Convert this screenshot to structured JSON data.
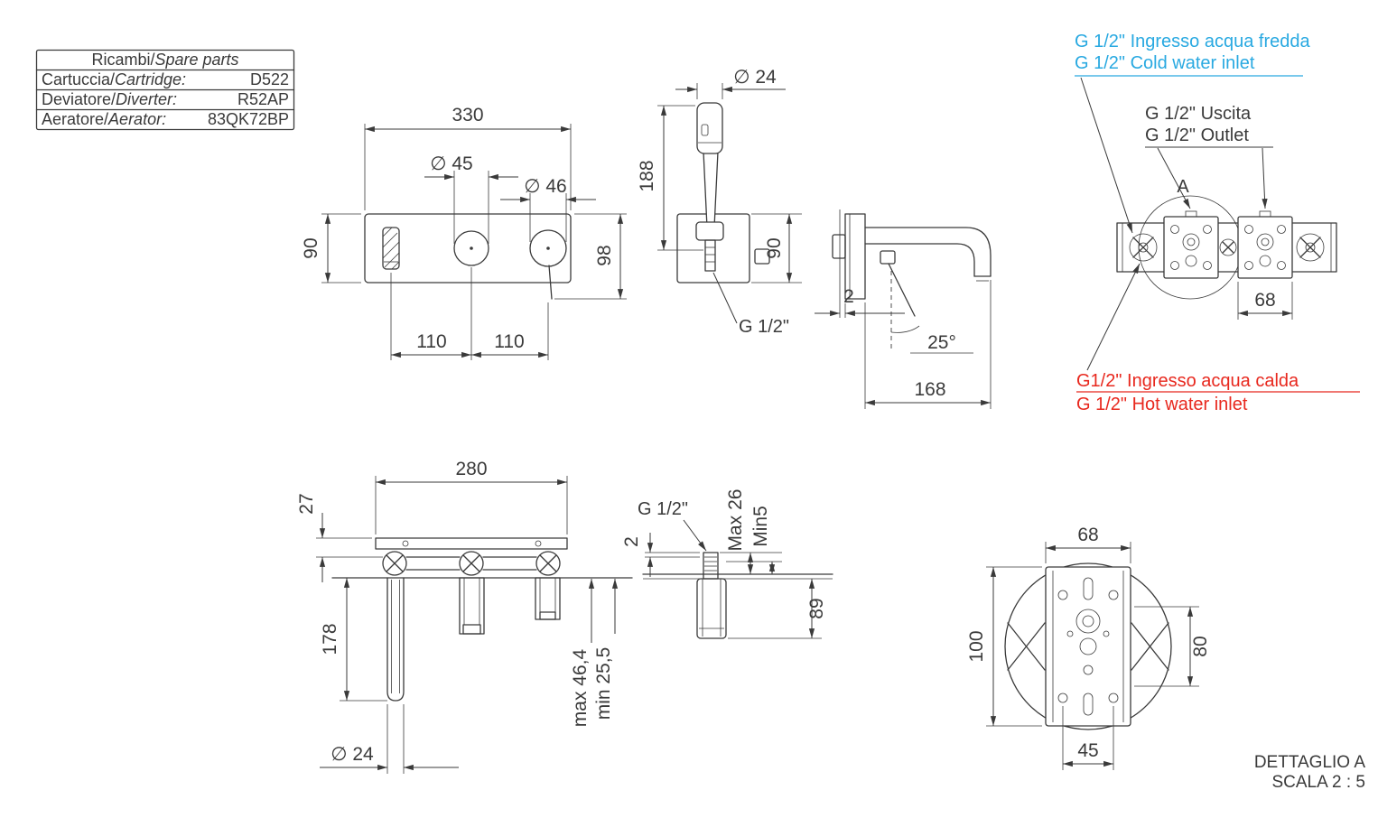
{
  "colors": {
    "line": "#3a3a3a",
    "blue": "#29a9e1",
    "red": "#e8281e",
    "background": "#ffffff"
  },
  "spare_parts_table": {
    "header": {
      "normal": "Ricambi/",
      "italic": "Spare parts"
    },
    "rows": [
      {
        "normal": "Cartuccia/",
        "italic": "Cartridge:",
        "value": "D522"
      },
      {
        "normal": "Deviatore/",
        "italic": "Diverter:",
        "value": "R52AP"
      },
      {
        "normal": "Aeratore/",
        "italic": "Aerator:",
        "value": "83QK72BP"
      }
    ]
  },
  "front_view": {
    "width": "330",
    "dia_diverter": "∅ 45",
    "dia_handle": "∅ 46",
    "plate_height": "90",
    "handle_height": "98",
    "span_left": "110",
    "span_right": "110"
  },
  "handshower_view": {
    "dia": "∅ 24",
    "length": "188",
    "plate_height": "90",
    "thread": "G 1/2\""
  },
  "spout_view": {
    "wall_gap": "2",
    "angle": "25°",
    "reach": "168"
  },
  "connections_view": {
    "cold_line1": "G 1/2\" Ingresso acqua fredda",
    "cold_line2": "G 1/2\" Cold water inlet",
    "outlet_line1": "G 1/2\" Uscita",
    "outlet_line2": "G 1/2\" Outlet",
    "hot_line1": "G1/2\" Ingresso acqua calda",
    "hot_line2": "G 1/2\" Hot water inlet",
    "detail_mark": "A",
    "block_width": "68"
  },
  "roughin_top_view": {
    "bar_width": "280",
    "bar_depth": "27",
    "spout_length": "178",
    "spout_dia": "∅ 24",
    "depth_max": "max 46,4",
    "depth_min": "min 25,5"
  },
  "roughin_side_view": {
    "thread": "G 1/2\"",
    "protrusion_max": "Max 26",
    "protrusion_min": "Min5",
    "wall_gap": "2",
    "body_depth": "89"
  },
  "detail_a_view": {
    "width": "68",
    "height": "100",
    "dia": "80",
    "slot_span": "45",
    "title": "DETTAGLIO A",
    "scale": "SCALA 2 : 5"
  }
}
